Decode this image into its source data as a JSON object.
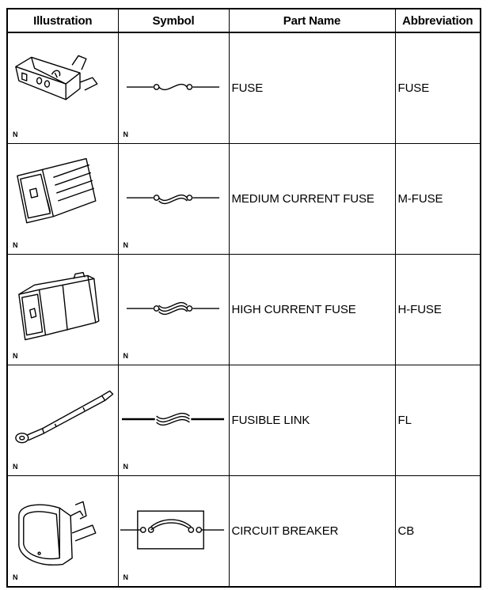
{
  "headers": {
    "illustration": "Illustration",
    "symbol": "Symbol",
    "part_name": "Part Name",
    "abbreviation": "Abbreviation"
  },
  "rows": [
    {
      "part_name": "FUSE",
      "abbreviation": "FUSE",
      "ill_note": "N",
      "sym_note": "N",
      "illustration_icon": "blade-fuse-icon",
      "symbol_icon": "fuse-symbol-icon"
    },
    {
      "part_name": "MEDIUM CURRENT FUSE",
      "abbreviation": "M-FUSE",
      "ill_note": "N",
      "sym_note": "N",
      "illustration_icon": "medium-current-fuse-icon",
      "symbol_icon": "medium-current-fuse-symbol-icon"
    },
    {
      "part_name": "HIGH CURRENT FUSE",
      "abbreviation": "H-FUSE",
      "ill_note": "N",
      "sym_note": "N",
      "illustration_icon": "high-current-fuse-icon",
      "symbol_icon": "high-current-fuse-symbol-icon"
    },
    {
      "part_name": "FUSIBLE LINK",
      "abbreviation": "FL",
      "ill_note": "N",
      "sym_note": "N",
      "illustration_icon": "fusible-link-icon",
      "symbol_icon": "fusible-link-symbol-icon"
    },
    {
      "part_name": "CIRCUIT BREAKER",
      "abbreviation": "CB",
      "ill_note": "N",
      "sym_note": "N",
      "illustration_icon": "circuit-breaker-icon",
      "symbol_icon": "circuit-breaker-symbol-icon"
    }
  ]
}
